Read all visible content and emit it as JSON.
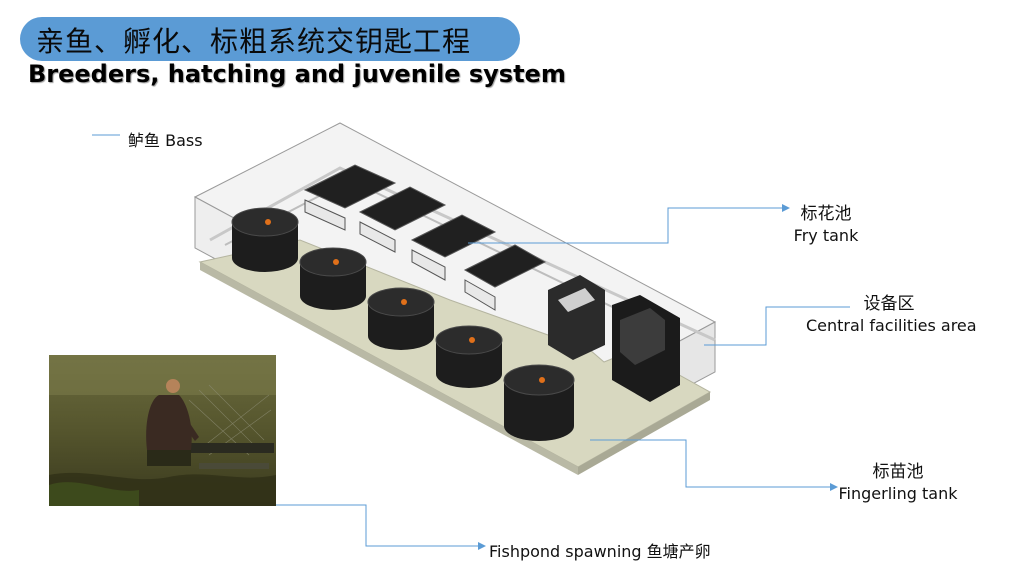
{
  "header": {
    "title_cn": "亲鱼、孵化、标粗系统交钥匙工程",
    "title_en": "Breeders, hatching and juvenile system"
  },
  "labels": {
    "bass": "鲈鱼 Bass",
    "fry_cn": "标花池",
    "fry_en": "Fry tank",
    "facilities_cn": "设备区",
    "facilities_en": "Central facilities area",
    "fingerling_cn": "标苗池",
    "fingerling_en": "Fingerling tank",
    "fishpond": "Fishpond spawning 鱼塘产卵"
  },
  "colors": {
    "title_pill": "#5b9bd5",
    "leader_line": "#5b9bd5",
    "floor": "#d9d9c4",
    "tank": "#1f1f1f"
  },
  "icons": {
    "photo": "fishpond-photo",
    "model": "container-3d-model"
  }
}
